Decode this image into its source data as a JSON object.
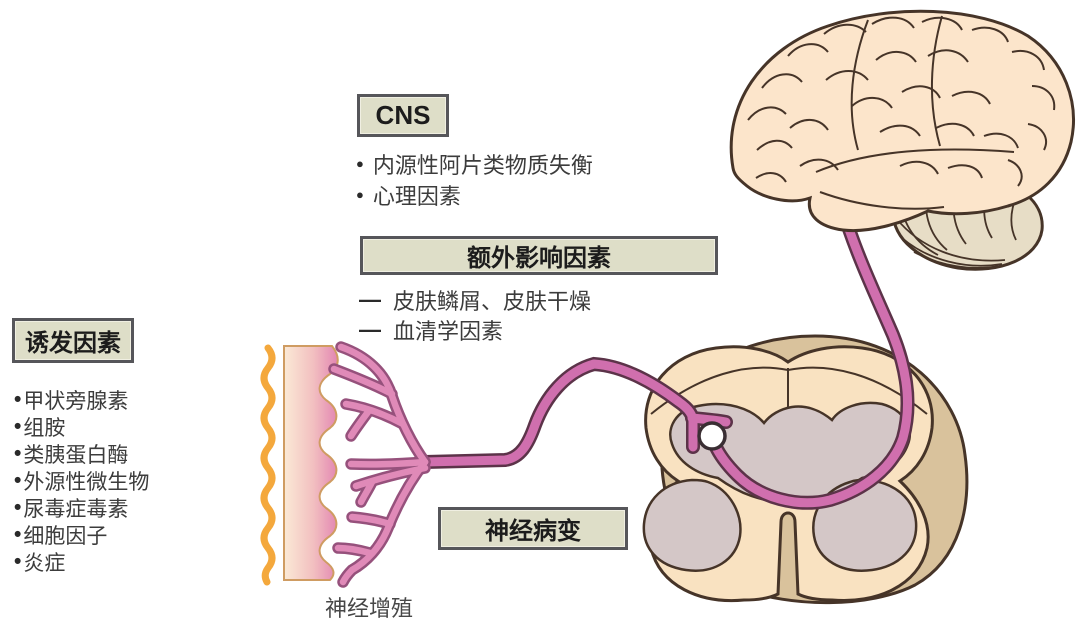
{
  "boxes": {
    "cns": {
      "title": "CNS"
    },
    "extra_factors": {
      "title": "额外影响因素"
    },
    "triggers": {
      "title": "诱发因素"
    },
    "neuropathy": {
      "title": "神经病变"
    }
  },
  "cns_items": {
    "bullet": "●",
    "items": [
      "内源性阿片类物质失衡",
      "心理因素"
    ]
  },
  "extra_items": {
    "bullet": "—",
    "items": [
      "皮肤鳞屑、皮肤干燥",
      "血清学因素"
    ]
  },
  "trigger_items": {
    "bullet": "•",
    "items": [
      "甲状旁腺素",
      "组胺",
      "类胰蛋白酶",
      "外源性微生物",
      "尿毒症毒素",
      "细胞因子",
      "炎症"
    ]
  },
  "labels": {
    "nerve_proliferation": "神经增殖"
  },
  "colors": {
    "background": "#ffffff",
    "box_bg": "#dedec8",
    "box_border": "#56565a",
    "heading_text": "#1c1c1c",
    "body_text": "#3c3c3c",
    "anatomy_outline": "#463428",
    "brain_fill": "#fce5cb",
    "cerebellum_fill": "#e7ddc6",
    "cord_front_fill": "#f9e2c1",
    "cord_back_fill": "#d9c29c",
    "gray_matter_fill": "#d4c7c7",
    "nerve_fill": "#d06fae",
    "nerve_outline": "#5c3349",
    "branch_fill": "#e08ab8",
    "branch_outline": "#96517c",
    "skin_orange": "#f4a83c",
    "skin_gradient_left": "#fbead6",
    "skin_gradient_right": "#e285b2",
    "skin_border": "#cf9c62",
    "synapse_fill": "#ffffff"
  }
}
